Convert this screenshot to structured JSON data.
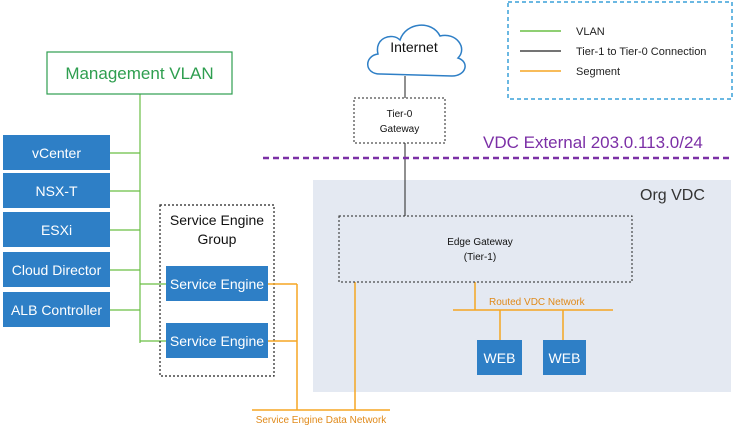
{
  "legend": {
    "items": [
      {
        "label": "VLAN",
        "color": "#6abf45"
      },
      {
        "label": "Tier-1 to Tier-0 Connection",
        "color": "#222222"
      },
      {
        "label": "Segment",
        "color": "#f5a623"
      }
    ],
    "border_color": "#3aa0d8"
  },
  "management": {
    "label": "Management VLAN",
    "color": "#2e9e4f"
  },
  "systems": [
    "vCenter",
    "NSX-T",
    "ESXi",
    "Cloud Director",
    "ALB Controller"
  ],
  "service_engine_group": {
    "title_line1": "Service Engine",
    "title_line2": "Group",
    "engines": [
      "Service Engine",
      "Service Engine"
    ]
  },
  "internet": {
    "label": "Internet"
  },
  "tier0": {
    "line1": "Tier-0",
    "line2": "Gateway"
  },
  "vdc_external": {
    "label": "VDC External 203.0.113.0/24",
    "color": "#7b2fa6"
  },
  "org_vdc": {
    "label": "Org VDC",
    "bg": "#e4e9f2"
  },
  "edge_gateway": {
    "line1": "Edge Gateway",
    "line2": "(Tier-1)"
  },
  "routed_network": {
    "label": "Routed VDC Network"
  },
  "web_servers": [
    "WEB",
    "WEB"
  ],
  "se_data_network": {
    "label": "Service Engine Data Network"
  },
  "colors": {
    "box_blue": "#2e7fc6",
    "segment": "#f5a623",
    "vlan": "#6abf45"
  }
}
